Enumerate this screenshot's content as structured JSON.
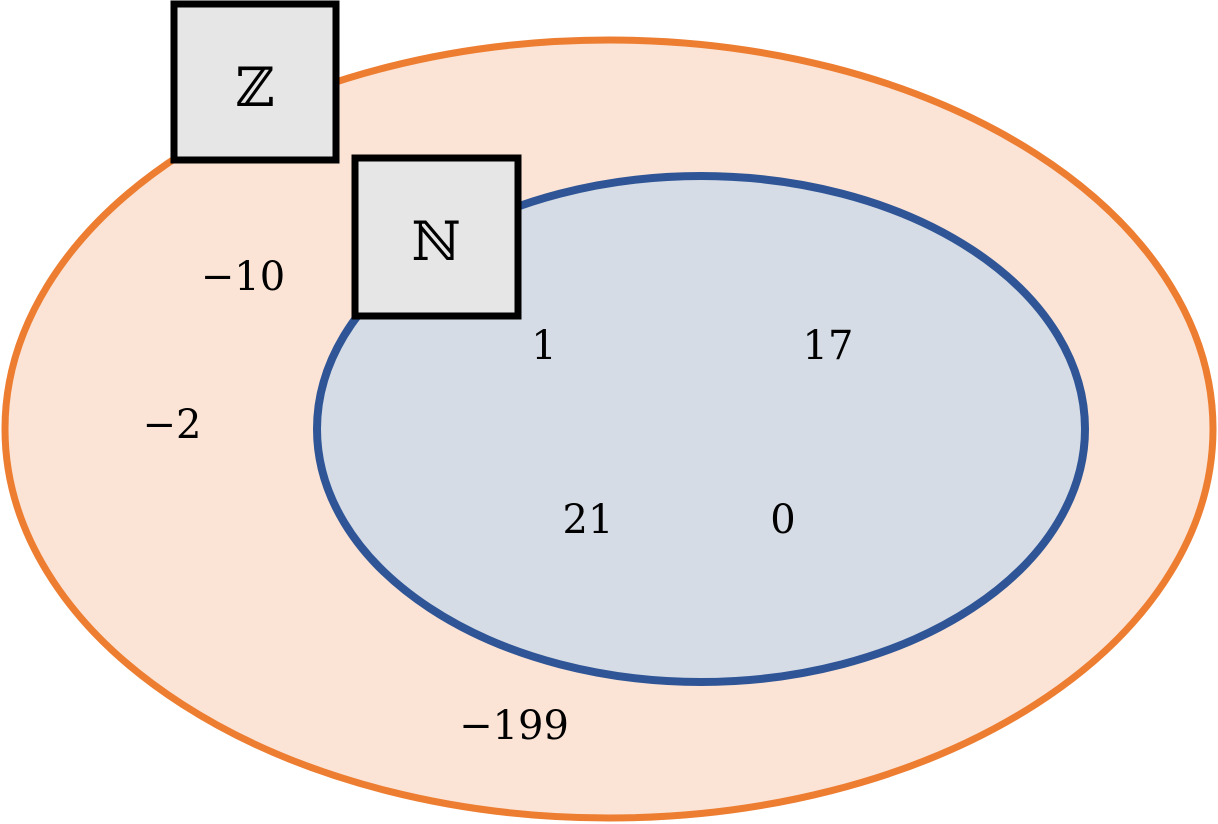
{
  "colors": {
    "outer_fill": "#FBE4D6",
    "outer_stroke": "#ED7D31",
    "inner_fill": "#D6DCE5",
    "inner_stroke": "#2F5597",
    "label_box_fill": "#E6E6E6",
    "label_box_stroke": "#000000"
  },
  "sets": {
    "integers": {
      "symbol": "ℤ",
      "elements": [
        "−10",
        "−2",
        "−199"
      ]
    },
    "naturals": {
      "symbol": "ℕ",
      "elements": [
        "1",
        "17",
        "21",
        "0"
      ]
    }
  }
}
